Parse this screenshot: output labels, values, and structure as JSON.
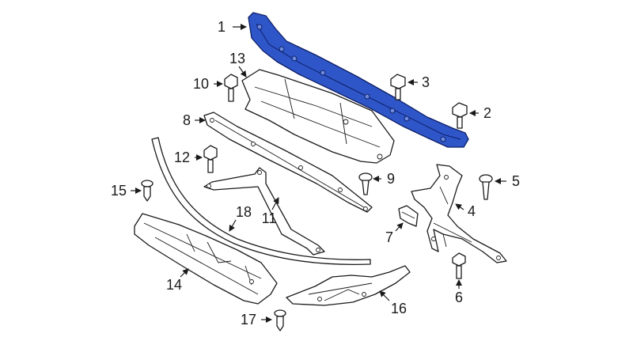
{
  "diagram": {
    "highlight_color": "#2f56c9",
    "callouts": [
      {
        "id": "1",
        "label": "1"
      },
      {
        "id": "2",
        "label": "2"
      },
      {
        "id": "3",
        "label": "3"
      },
      {
        "id": "4",
        "label": "4"
      },
      {
        "id": "5",
        "label": "5"
      },
      {
        "id": "6",
        "label": "6"
      },
      {
        "id": "7",
        "label": "7"
      },
      {
        "id": "8",
        "label": "8"
      },
      {
        "id": "9",
        "label": "9"
      },
      {
        "id": "10",
        "label": "10"
      },
      {
        "id": "11",
        "label": "11"
      },
      {
        "id": "12",
        "label": "12"
      },
      {
        "id": "13",
        "label": "13"
      },
      {
        "id": "14",
        "label": "14"
      },
      {
        "id": "15",
        "label": "15"
      },
      {
        "id": "16",
        "label": "16"
      },
      {
        "id": "17",
        "label": "17"
      },
      {
        "id": "18",
        "label": "18"
      }
    ]
  }
}
